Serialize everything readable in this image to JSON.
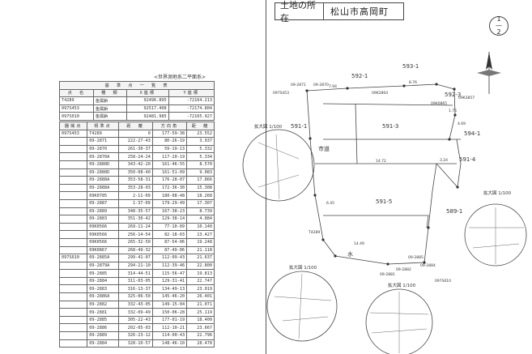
{
  "header": {
    "label": "土地の所在",
    "value": "松山市高岡町"
  },
  "page_badge": {
    "top": "1",
    "bottom": "2"
  },
  "survey_points": {
    "caption": "<世界測地系二平面系>",
    "title": "基　準　点　一　覧　表",
    "headers": [
      "点　名",
      "種　類",
      "X座標",
      "Y座標"
    ],
    "rows": [
      [
        "T4289",
        "金属鋲",
        "92496.895",
        "-72164.213"
      ],
      [
        "097S453",
        "金属鋲",
        "92517.408",
        "-72174.804"
      ],
      [
        "097S010",
        "金属鋲",
        "92481.985",
        "-72165.927"
      ]
    ]
  },
  "observations": {
    "headers": [
      "器械点",
      "視準点",
      "距　離",
      "方向角",
      "距　離"
    ],
    "rows": [
      [
        "097S453",
        "T4289",
        "0",
        "177-59-38",
        "23.552"
      ],
      [
        "",
        "09-2871",
        "222-27-43",
        "80-26-19",
        "3.937"
      ],
      [
        "",
        "09-2870",
        "261-30-37",
        "59-19-13",
        "5.332"
      ],
      [
        "",
        "09-2870A",
        "258-24-24",
        "117-20-19",
        "5.334"
      ],
      [
        "",
        "09-2880D",
        "343-42-20",
        "161-46-55",
        "8.570"
      ],
      [
        "",
        "09-2880D",
        "350-08-40",
        "161-51-09",
        "9.083"
      ],
      [
        "",
        "09-2888A",
        "353-58-31",
        "176-28-07",
        "17.866"
      ],
      [
        "",
        "09-2888A",
        "353-28-03",
        "172-36-30",
        "15.308"
      ],
      [
        "",
        "09K0785",
        "2-11-09",
        "180-08-48",
        "18.268"
      ],
      [
        "",
        "09-2887",
        "1-37-09",
        "179-29-49",
        "17.307"
      ],
      [
        "",
        "09-2889",
        "348-35-57",
        "167-38-23",
        "8.739"
      ],
      [
        "",
        "09-2883",
        "351-30-42",
        "129-38-14",
        "4.884"
      ],
      [
        "",
        "09K0566",
        "269-11-24",
        "77-10-09",
        "10.140"
      ],
      [
        "",
        "09K0566",
        "256-14-54",
        "82-18-03",
        "13.427"
      ],
      [
        "",
        "09K0566",
        "265-32-50",
        "87-54-06",
        "19.248"
      ],
      [
        "",
        "09K0867",
        "268-49-32",
        "87-49-06",
        "21.118"
      ],
      [
        "097S010",
        "09-2885A",
        "299-41-07",
        "112-09-43",
        "21.637"
      ],
      [
        "",
        "09-2879A",
        "294-21-10",
        "112-39-46",
        "22.800"
      ],
      [
        "",
        "09-2885",
        "314-44-51",
        "115-56-47",
        "19.813"
      ],
      [
        "",
        "09-2884",
        "311-03-05",
        "129-31-41",
        "22.747"
      ],
      [
        "",
        "09-2883",
        "316-13-37",
        "134-49-13",
        "23.019"
      ],
      [
        "",
        "09-2886A",
        "325-06-50",
        "145-46-20",
        "26.401"
      ],
      [
        "",
        "09-2882",
        "332-43-05",
        "149-15-04",
        "21.071"
      ],
      [
        "",
        "09-2881",
        "332-09-49",
        "150-06-28",
        "25.119"
      ],
      [
        "",
        "09-2885",
        "305-22-43",
        "177-01-19",
        "18.400"
      ],
      [
        "",
        "09-2886",
        "202-05-03",
        "112-10-21",
        "23.667"
      ],
      [
        "",
        "09-2889",
        "326-23-12",
        "114-00-43",
        "22.796"
      ],
      [
        "",
        "09-2884",
        "328-10-57",
        "148-46-10",
        "28.478"
      ]
    ]
  },
  "map": {
    "parcels": [
      "592-1",
      "593-1",
      "592-3",
      "591-1",
      "591-3",
      "594-1",
      "591-4",
      "591-5",
      "589-1"
    ],
    "labels": {
      "street": "市道",
      "water": "水",
      "enlarge_top": "拡大図 1/100",
      "enlarge_left": "拡大図 1/100",
      "enlarge_right": "拡大図 1/100",
      "enlarge_bottom": "拡大図 1/100"
    },
    "points": [
      "097S453",
      "09-2871",
      "09-2870",
      "09K2864",
      "09K3857",
      "09K0865",
      "T4289",
      "097S010",
      "09-2885",
      "09-2884",
      "09-2882",
      "09-2881"
    ],
    "distances": [
      "7.94",
      "8.76",
      "1.76",
      "14.72",
      "3.24",
      "4.69",
      "14.49",
      "6.45"
    ]
  }
}
